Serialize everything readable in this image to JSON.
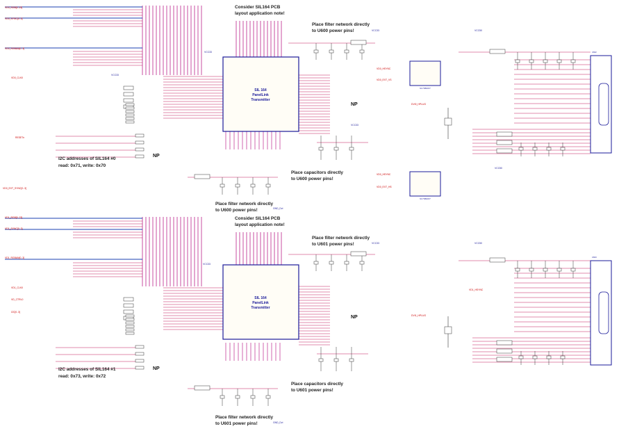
{
  "notes": {
    "pcb_note_top": [
      "Consider SIL164 PCB",
      "layout application note!"
    ],
    "pcb_note_bottom": [
      "Consider SIL164 PCB",
      "layout application note!"
    ],
    "filter_u600_a": [
      "Place filter network directly",
      "to U600 power pins!"
    ],
    "filter_u600_b": [
      "Place filter network directly",
      "to U600 power pins!"
    ],
    "caps_u600": [
      "Place capacitors directly",
      "to U600 power pins!"
    ],
    "filter_u601_a": [
      "Place filter network directly",
      "to U601 power pins!"
    ],
    "filter_u601_b": [
      "Place filter network directly",
      "to U601 power pins!"
    ],
    "caps_u601": [
      "Place capacitors directly",
      "to U601 power pins!"
    ],
    "i2c_top": [
      "I2C addresses of SIL164 #0",
      "read: 0x71, write: 0x70"
    ],
    "i2c_bottom": [
      "I2C addresses of SIL164 #1",
      "read: 0x73, write: 0x72"
    ],
    "np": "NP"
  },
  "chips": {
    "u600": [
      "SIL 164",
      "PanelLink",
      "Transmitter"
    ],
    "u601": [
      "SIL 164",
      "PanelLink",
      "Transmitter"
    ],
    "buf1": "NC7SB3157",
    "buf2": "NC7SB3157",
    "conn1": "U602",
    "conn2": "U603"
  },
  "nets": {
    "top_left": [
      "VD0_RGB[0..23]",
      "VD0_SYNC[0..3]",
      "VD0_RGBAN[0..3]",
      "VD0_CLK0",
      "RESETn",
      "VD0_EXT_SYNC[0..3]"
    ],
    "bottom_left": [
      "VD1_RGB[0..23]",
      "VD1_SYNC[0..3]",
      "VD1_RGBAN[0..3]",
      "VD1_CLK0",
      "VD_CTRL0",
      "I2C[0..3]"
    ],
    "power": [
      "VCC33",
      "VCC50",
      "GND_Dvi"
    ],
    "right_top": [
      "VD0_HSYNC",
      "VD0_EXT_VS",
      "DVI0_HPLUG"
    ],
    "right_bottom": [
      "VD1_HSYNC",
      "DVI1_HPLUG",
      "VD0_HSYNC",
      "VD0_EXT_HS"
    ]
  }
}
